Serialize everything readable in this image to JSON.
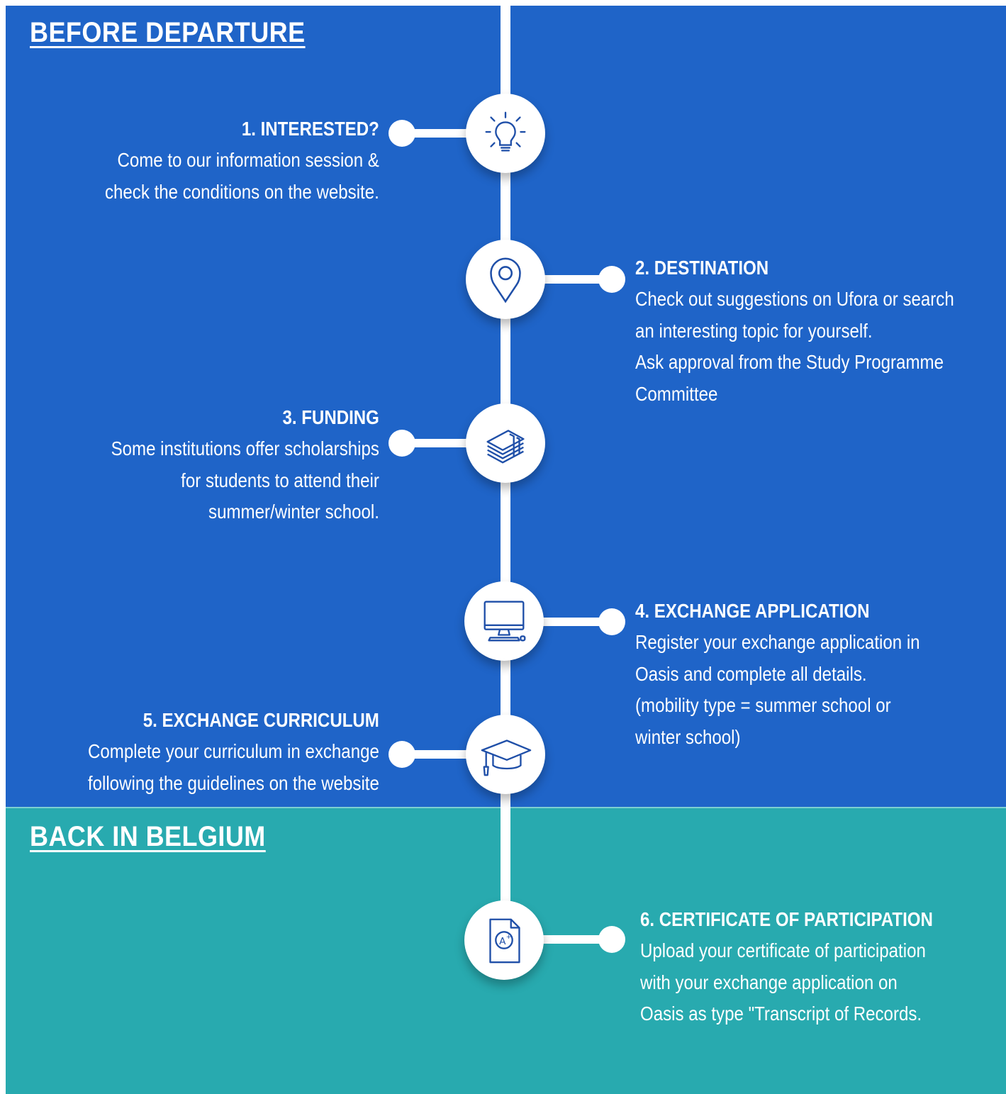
{
  "colors": {
    "before_bg": "#1f64c8",
    "back_bg": "#28aaaf",
    "icon_stroke": "#1f4fa8"
  },
  "sections": {
    "before": {
      "title": "BEFORE DEPARTURE"
    },
    "back": {
      "title": "BACK IN BELGIUM"
    }
  },
  "steps": [
    {
      "title": "1. INTERESTED?",
      "icon": "lightbulb-icon",
      "lines": [
        "Come to our information session &",
        "check the conditions on the website."
      ]
    },
    {
      "title": "2. DESTINATION",
      "icon": "location-pin-icon",
      "lines": [
        "Check out suggestions on Ufora or search",
        "an interesting topic for yourself.",
        "Ask approval from the Study Programme",
        "Committee"
      ]
    },
    {
      "title": "3. FUNDING",
      "icon": "money-stack-icon",
      "lines": [
        "Some institutions offer scholarships",
        "for students to attend their",
        "summer/winter school."
      ]
    },
    {
      "title": "4. EXCHANGE APPLICATION",
      "icon": "computer-icon",
      "lines": [
        "Register your exchange application in",
        "Oasis and complete all details.",
        "(mobility type = summer school or",
        "winter school)"
      ]
    },
    {
      "title": "5. EXCHANGE CURRICULUM",
      "icon": "graduation-cap-icon",
      "lines": [
        "Complete your curriculum in exchange",
        "following the guidelines on the website"
      ]
    },
    {
      "title": "6. CERTIFICATE OF PARTICIPATION",
      "icon": "certificate-icon",
      "lines": [
        "Upload your certificate of participation",
        "with your exchange application on",
        "Oasis as type \"Transcript of Records."
      ]
    }
  ]
}
